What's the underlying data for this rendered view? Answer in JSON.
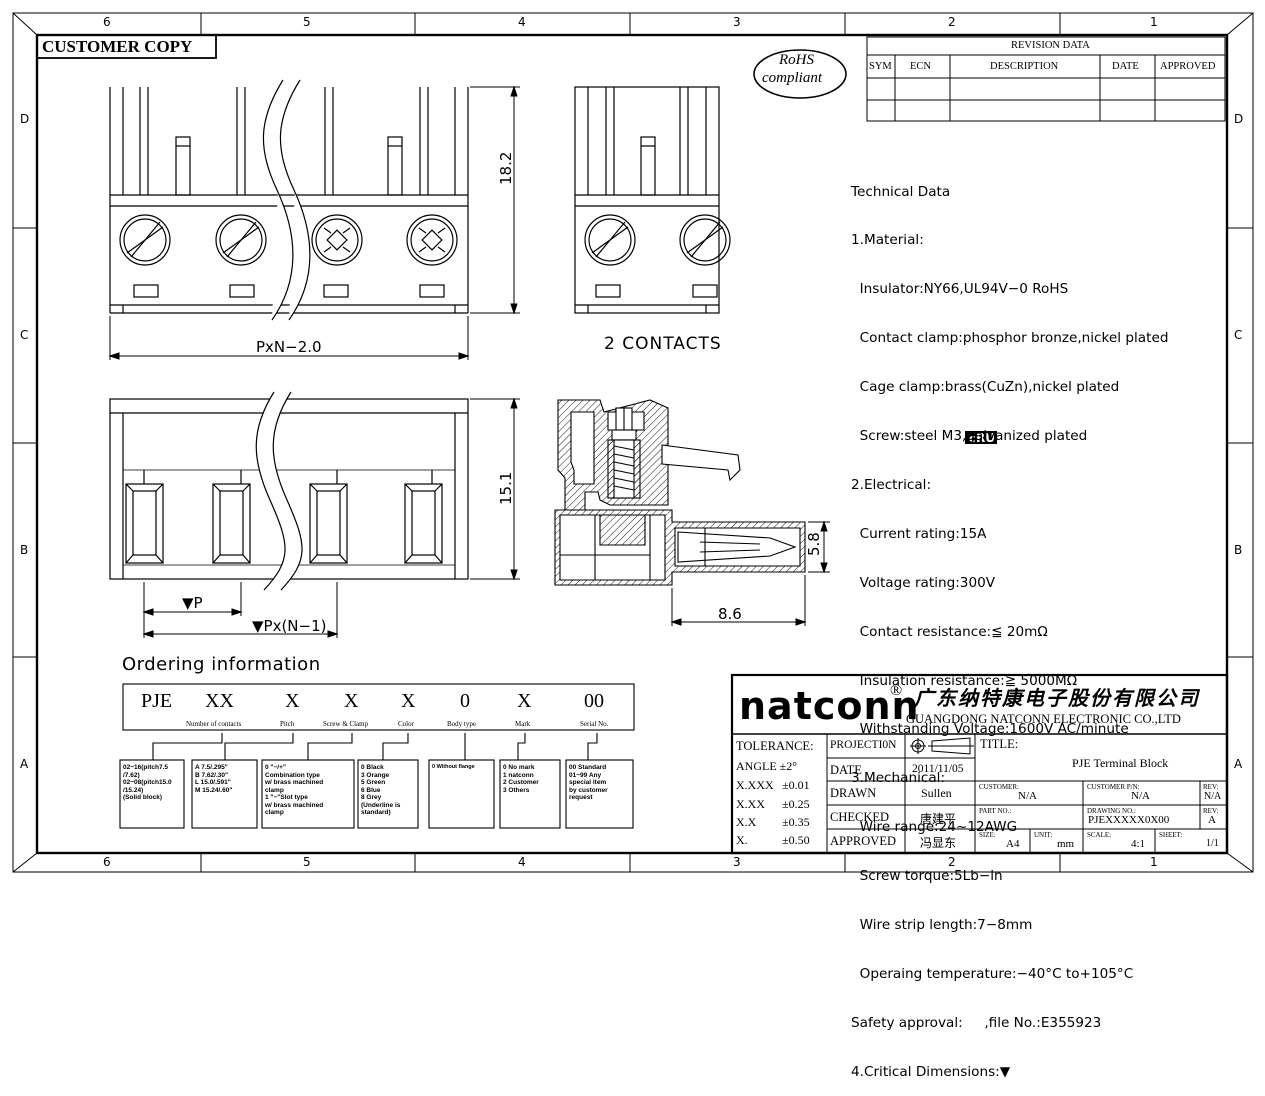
{
  "frame": {
    "top_zones": [
      "6",
      "5",
      "4",
      "3",
      "2",
      "1"
    ],
    "side_zones": [
      "D",
      "C",
      "B",
      "A"
    ]
  },
  "customer_copy": "CUSTOMER COPY",
  "rohs": [
    "RoHS",
    "compliant"
  ],
  "revision": {
    "title": "REVISION DATA",
    "headers": [
      "SYM",
      "ECN",
      "DESCRIPTION",
      "DATE",
      "APPROVED"
    ]
  },
  "dimensions": {
    "height_front": "18.2",
    "width_front": "PxN−2.0",
    "two_contacts": "2 CONTACTS",
    "height_bottom": "15.1",
    "pitch": "▼P",
    "pitch_total": "▼Px(N−1)",
    "side_h": "5.8",
    "side_w": "8.6"
  },
  "technical": [
    "Technical Data",
    "1.Material:",
    "  Insulator:NY66,UL94V−0 RoHS",
    "  Contact clamp:phosphor bronze,nickel plated",
    "  Cage clamp:brass(CuZn),nickel plated",
    "  Screw:steel M3,galvanized plated",
    "2.Electrical:",
    "  Current rating:15A",
    "  Voltage rating:300V",
    "  Contact resistance:≦ 20mΩ",
    "  Insulation resistance:≧ 5000MΩ",
    "  Withstanding Voltage:1600V AC/minute",
    "3.Mechanical:",
    "  Wire range:24~12AWG",
    "  Screw torque:5Lb−in",
    "  Wire strip length:7−8mm",
    "  Operaing temperature:−40°C to+105°C",
    "Safety approval:     ,file No.:E355923",
    "4.Critical Dimensions:▼"
  ],
  "ordering": {
    "title": "Ordering information",
    "codes": [
      "PJE",
      "XX",
      "X",
      "X",
      "X",
      "0",
      "X",
      "00"
    ],
    "labels": [
      "Number of contacts",
      "Pitch",
      "Screw & Clamp",
      "Color",
      "Body type",
      "Mark",
      "Serial No."
    ],
    "options": [
      "02~16(pitch7.5\n/7.62)\n02~08(pitch15.0\n/15.24)\n(Solid block)",
      "A 7.5/.295\"\nB 7.62/.30\"\nL 15.0/.591\"\nM 15.24/.60\"",
      "0 \"−/+\"\nCombination type\nw/ brass machined\nclamp\n1 \"−\"Slot type\nw/ brass machined\nclamp",
      "0 Black\n3 Orange\n5 Green\n6 Blue\n8 Grey\n(Underline is\nstandard)",
      "0 Without flange",
      "0 No mark\n1 natconn\n2 Customer\n3 Others",
      "00 Standard\n01~99 Any\nspecial item\nby customer\nrequest"
    ]
  },
  "company": {
    "logo": "natconn",
    "reg": "®",
    "chinese": "广东纳特康电子股份有限公司",
    "english": "GUANGDONG NATCONN ELECTRONIC CO.,LTD"
  },
  "title_block": {
    "tolerance_label": "TOLERANCE:",
    "tolerances": [
      [
        "ANGLE ±2°",
        ""
      ],
      [
        "X.XXX",
        "±0.01"
      ],
      [
        "X.XX",
        "±0.25"
      ],
      [
        "X.X",
        "±0.35"
      ],
      [
        "X.",
        "±0.50"
      ]
    ],
    "projection": "PROJECTI0N",
    "rows": [
      {
        "label": "DATE",
        "value": "2011/11/05"
      },
      {
        "label": "DRAWN",
        "value": "Sullen"
      },
      {
        "label": "CHECKED",
        "value": "唐建平"
      },
      {
        "label": "APPROVED",
        "value": "冯显东"
      }
    ],
    "title_label": "TITLE:",
    "title_value": "PJE  Terminal Block",
    "customer_label": "CUSTOMER:",
    "customer_value": "N/A",
    "customer_pn_label": "CUSTOMER P/N:",
    "customer_pn_value": "N/A",
    "rev_label": "REV:",
    "rev1": "N/A",
    "part_no_label": "PART NO.:",
    "drawing_no_label": "DRAWING NO.:",
    "drawing_no_value": "PJEXXXXX0X00",
    "rev2": "A",
    "size_label": "SIZE:",
    "size_value": "A4",
    "unit_label": "UNIT:",
    "unit_value": "mm",
    "scale_label": "SCALE:",
    "scale_value": "4:1",
    "sheet_label": "SHEET:",
    "sheet_value": "1/1"
  }
}
